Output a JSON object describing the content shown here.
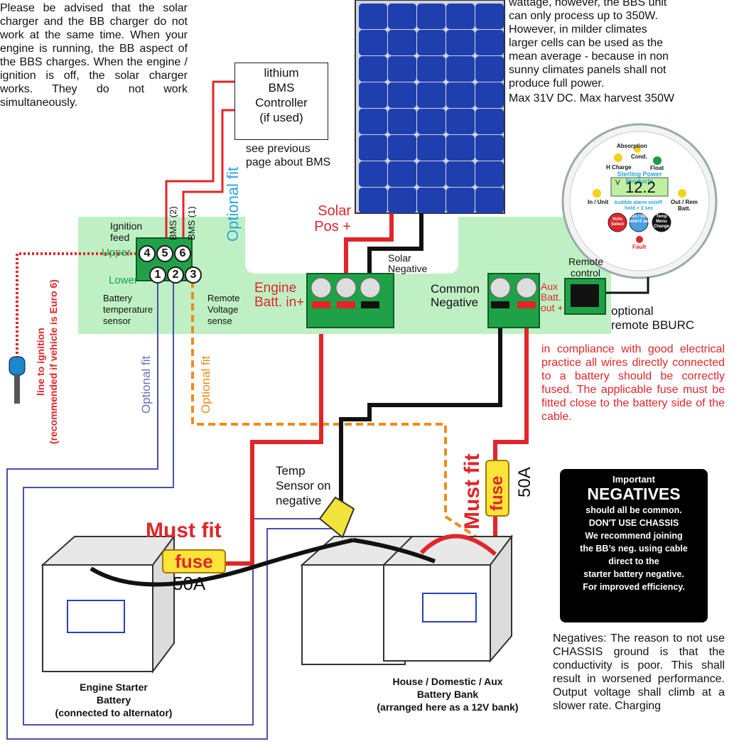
{
  "notice_solar": "Please be advised that the solar charger and the BB charger do not work at the same time. When your engine is running, the BB aspect of the BBS charges. When the engine / ignition is off, the solar charger works. They do not work simultaneously.",
  "solar_note_lines": [
    "wattage, however, the BBS unit",
    "can only process up to 350W.",
    "However, in milder climates",
    "larger cells can be used as the",
    "mean average - because in non",
    "sunny climates panels shall not",
    "produce full power."
  ],
  "solar_max": "Max 31V DC. Max harvest 350W",
  "bms_box": [
    "lithium",
    "BMS",
    "Controller",
    "(if used)"
  ],
  "bms_note": [
    "see previous",
    "page about BMS"
  ],
  "optional_fit_bms": "Optional fit",
  "solar_pos": [
    "Solar",
    "Pos +"
  ],
  "solar_negative": [
    "Solar",
    "Negative"
  ],
  "engine_batt_in": [
    "Engine",
    "Batt. in+"
  ],
  "common_negative": [
    "Common",
    "Negative"
  ],
  "aux_batt_out": [
    "Aux",
    "Batt.",
    "out +"
  ],
  "remote_control": [
    "Remote",
    "control"
  ],
  "optional_remote": [
    "optional",
    "remote BBURC"
  ],
  "connector": {
    "ignition_feed": [
      "Ignition",
      "feed"
    ],
    "upper": "Upper",
    "lower": "Lower",
    "bms2": "BMS (2)",
    "bms1": "BMS (1)",
    "upper_terms": [
      "4",
      "5",
      "6"
    ],
    "lower_terms": [
      "1",
      "2",
      "3"
    ],
    "battery_temp_sensor": [
      "Battery",
      "temperature",
      "sensor"
    ],
    "remote_voltage_sense": [
      "Remote",
      "Voltage",
      "sense"
    ]
  },
  "ignition_line": [
    "line to ignition",
    "(recommended if vehicle is Euro 6)"
  ],
  "optional_fit_purple": "Optional fit",
  "optional_fit_orange": "Optional fit",
  "remote_panel": {
    "absorption": "Absorption",
    "cond": "Cond.",
    "h_charge": "H Charge",
    "float": "Float",
    "brand": "Sterling Power Products",
    "voltage_unit": "V",
    "voltage": "12.2",
    "in_unit": "In / Unit",
    "audible": "Audible alarm on/off",
    "hold": "hold > 3 sec",
    "out_rem": "Out / Rem",
    "batt": "Batt.",
    "volts_select": [
      "Volts",
      "Select"
    ],
    "on_off": [
      "On / Off",
      "hold>3 sec"
    ],
    "temp_menu": [
      "Temp",
      "Menu",
      "Change"
    ],
    "fault": "Fault"
  },
  "compliance_note": "in compliance with good electrical practice all wires directly connected to a battery should be correctly fused. The applicable fuse must be fitted close to the battery side of the cable.",
  "negatives_notice": {
    "important": "Important",
    "title": "NEGATIVES",
    "lines": [
      "should all be common.",
      "DON'T USE CHASSIS",
      "We recommend joining",
      "the BB’s neg. using cable",
      "direct to the",
      "starter battery negative.",
      "For improved efficiency."
    ]
  },
  "negatives_text": "Negatives: The reason to not use CHASSIS ground is that the conductivity is poor. This shall result in worsened performance. Output voltage shall climb at a slower rate. Charging",
  "temp_sensor_note": [
    "Temp",
    "Sensor on",
    "negative"
  ],
  "must_fit_left": "Must fit",
  "fuse_left": "fuse",
  "amps_left": "50A",
  "must_fit_right": "Must fit",
  "fuse_right": "fuse",
  "amps_right": "50A",
  "engine_battery_label": [
    "Engine Starter",
    "Battery",
    "(connected to alternator)"
  ],
  "house_battery_label": [
    "House / Domestic / Aux",
    "Battery Bank",
    "(arranged here as a 12V bank)"
  ],
  "colors": {
    "wire_red": "#e0262a",
    "wire_black": "#111111",
    "wire_orange": "#f08a1c",
    "wire_purple": "#4b4fa8",
    "panel_green": "#bff0c4",
    "solar_blue": "#1f3fae",
    "terminal_green": "#1fa247"
  }
}
